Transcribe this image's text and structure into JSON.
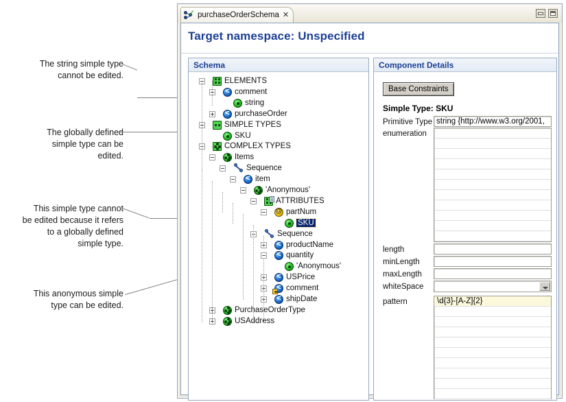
{
  "window": {
    "tab_label": "purchaseOrderSchema",
    "tab_close": "✕",
    "tab_icon": "schema-editor-icon",
    "minimize_icon": "minimize-icon",
    "maximize_icon": "maximize-icon",
    "namespace_title": "Target namespace: Unspecified"
  },
  "schema_panel": {
    "title": "Schema",
    "tree": [
      {
        "label": "ELEMENTS",
        "icon": "elements-group-icon",
        "depth": 0,
        "toggle": "minus",
        "selected": false
      },
      {
        "label": "comment",
        "icon": "element-icon",
        "depth": 1,
        "toggle": "minus",
        "selected": false
      },
      {
        "label": "string",
        "icon": "simple-type-icon",
        "depth": 2,
        "toggle": "none",
        "selected": false
      },
      {
        "label": "purchaseOrder",
        "icon": "element-icon",
        "depth": 1,
        "toggle": "plus",
        "selected": false
      },
      {
        "label": "SIMPLE TYPES",
        "icon": "simple-types-group-icon",
        "depth": 0,
        "toggle": "minus",
        "selected": false
      },
      {
        "label": "SKU",
        "icon": "simple-type-icon",
        "depth": 1,
        "toggle": "none",
        "selected": false
      },
      {
        "label": "COMPLEX TYPES",
        "icon": "complex-types-group-icon",
        "depth": 0,
        "toggle": "minus",
        "selected": false
      },
      {
        "label": "Items",
        "icon": "complex-type-icon",
        "depth": 1,
        "toggle": "minus",
        "selected": false
      },
      {
        "label": "Sequence",
        "icon": "sequence-icon",
        "depth": 2,
        "toggle": "minus",
        "selected": false
      },
      {
        "label": "item",
        "icon": "element-icon",
        "depth": 3,
        "toggle": "minus",
        "selected": false
      },
      {
        "label": "'Anonymous'",
        "icon": "complex-type-icon",
        "depth": 4,
        "toggle": "minus",
        "selected": false
      },
      {
        "label": "ATTRIBUTES",
        "icon": "attributes-group-icon",
        "depth": 5,
        "toggle": "minus",
        "selected": false
      },
      {
        "label": "partNum",
        "icon": "attribute-icon",
        "depth": 6,
        "toggle": "minus",
        "selected": false
      },
      {
        "label": "SKU",
        "icon": "simple-type-icon",
        "depth": 7,
        "toggle": "none",
        "selected": true
      },
      {
        "label": "Sequence",
        "icon": "sequence-icon",
        "depth": 5,
        "toggle": "minus",
        "selected": false
      },
      {
        "label": "productName",
        "icon": "element-icon",
        "depth": 6,
        "toggle": "plus",
        "selected": false
      },
      {
        "label": "quantity",
        "icon": "element-icon",
        "depth": 6,
        "toggle": "minus",
        "selected": false
      },
      {
        "label": "'Anonymous'",
        "icon": "simple-type-icon",
        "depth": 7,
        "toggle": "none",
        "selected": false
      },
      {
        "label": "USPrice",
        "icon": "element-icon",
        "depth": 6,
        "toggle": "plus",
        "selected": false
      },
      {
        "label": "comment",
        "icon": "element-ref-icon",
        "depth": 6,
        "toggle": "plus",
        "selected": false
      },
      {
        "label": "shipDate",
        "icon": "element-icon",
        "depth": 6,
        "toggle": "plus",
        "selected": false
      },
      {
        "label": "PurchaseOrderType",
        "icon": "complex-type-icon",
        "depth": 1,
        "toggle": "plus",
        "selected": false
      },
      {
        "label": "USAddress",
        "icon": "complex-type-icon",
        "depth": 1,
        "toggle": "plus",
        "selected": false
      }
    ]
  },
  "details_panel": {
    "title": "Component Details",
    "base_constraints_button": "Base Constraints",
    "simple_type_heading": "Simple Type: SKU",
    "fields": {
      "primitive_type_label": "Primitive Type",
      "primitive_type_value": "string {http://www.w3.org/2001,",
      "enumeration_label": "enumeration",
      "enumeration_values": [
        "",
        "",
        "",
        "",
        "",
        "",
        "",
        "",
        "",
        "",
        ""
      ],
      "length_label": "length",
      "length_value": "",
      "min_length_label": "minLength",
      "min_length_value": "",
      "max_length_label": "maxLength",
      "max_length_value": "",
      "white_space_label": "whiteSpace",
      "white_space_value": "",
      "pattern_label": "pattern",
      "pattern_values": [
        "\\d{3}-[A-Z]{2}",
        "",
        "",
        "",
        "",
        "",
        "",
        "",
        "",
        ""
      ]
    }
  },
  "annotations": [
    {
      "text": "The string simple type\ncannot be edited."
    },
    {
      "text": "The globally defined\nsimple type can be\nedited."
    },
    {
      "text": "This simple type cannot\nbe edited because it refers\nto a globally defined\nsimple type."
    },
    {
      "text": "This anonymous simple\ntype can be edited."
    }
  ],
  "colors": {
    "title_blue": "#1c3f94",
    "selection_navy": "#0a246a",
    "highlight_yellow": "#fbf8dc",
    "chrome_beige": "#ece9d8"
  }
}
